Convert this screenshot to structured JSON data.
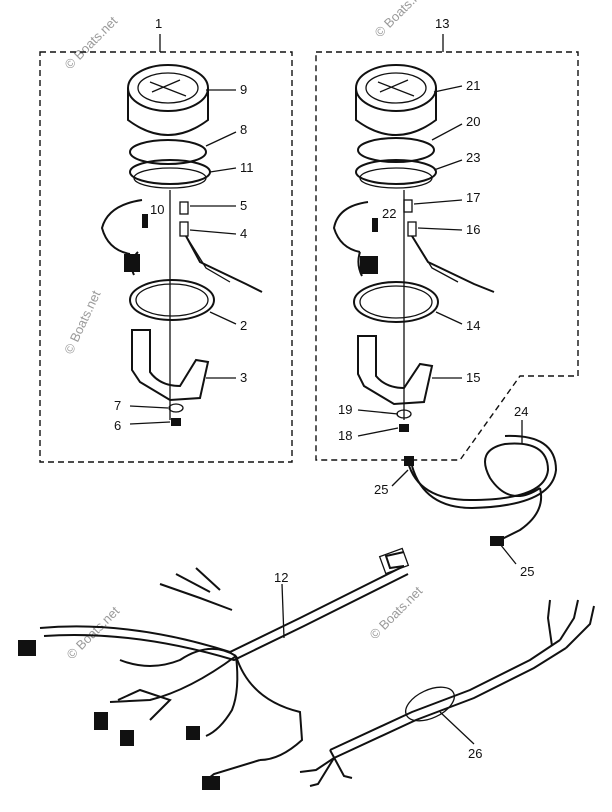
{
  "watermark": "© Boats.net",
  "callouts": {
    "c1": "1",
    "c2": "2",
    "c3": "3",
    "c4": "4",
    "c5": "5",
    "c6": "6",
    "c7": "7",
    "c8": "8",
    "c9": "9",
    "c10": "10",
    "c11": "11",
    "c12": "12",
    "c13": "13",
    "c14": "14",
    "c15": "15",
    "c16": "16",
    "c17": "17",
    "c18": "18",
    "c19": "19",
    "c20": "20",
    "c21": "21",
    "c22": "22",
    "c23": "23",
    "c24": "24",
    "c25a": "25",
    "c25b": "25",
    "c26": "26"
  }
}
